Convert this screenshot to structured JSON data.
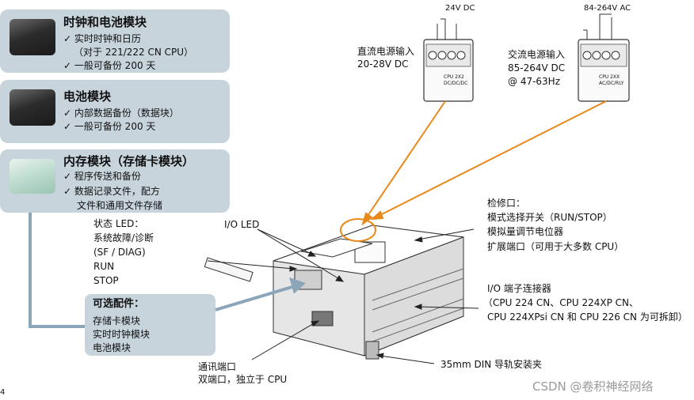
{
  "modules": [
    {
      "title": "时钟和电池模块",
      "lines": [
        "✓  实时时钟和日历",
        "（对于 221/222 CN CPU）",
        "✓  一般可备份 200 天"
      ]
    },
    {
      "title": "电池模块",
      "lines": [
        "✓  内部数据备份（数据块）",
        "✓  一般可备份 200 天"
      ]
    },
    {
      "title": "内存模块（存储卡模块）",
      "lines": [
        "✓  程序传送和备份",
        "✓  数据记录文件，配方",
        "文件和通用文件存储"
      ]
    }
  ],
  "status_led": {
    "lines": [
      "状态 LED：",
      "系统故障/诊断",
      "(SF / DIAG)",
      "RUN",
      "STOP"
    ]
  },
  "optional": {
    "title": "可选配件：",
    "lines": [
      "存储卡模块",
      "实时时钟模块",
      "电池模块"
    ]
  },
  "io_led": "I/O LED",
  "dc_power": {
    "label_lines": [
      "直流电源输入",
      "20-28V DC"
    ],
    "voltage": "24V DC",
    "terminal_code": "CPU 2X2 DC/DC/DC"
  },
  "ac_power": {
    "label_lines": [
      "交流电源输入",
      "85-264V DC",
      "@ 47-63Hz"
    ],
    "voltage": "84-264V AC",
    "terminal_code": "CPU 2XX AC/DC/RLY"
  },
  "inspection": {
    "lines": [
      "检修口：",
      "模式选择开关（RUN/STOP）",
      "模拟量调节电位器",
      "扩展端口（可用于大多数 CPU）"
    ]
  },
  "io_connector": {
    "lines": [
      "I/O 端子连接器",
      "（CPU 224 CN、CPU 224XP CN、",
      "CPU 224XPsi CN 和 CPU 226 CN 为可拆卸）"
    ]
  },
  "comm_port": {
    "lines": [
      "通讯端口",
      "双端口，独立于 CPU"
    ]
  },
  "din": "35mm DIN 导轨安装夹",
  "page_number": "4",
  "watermark": "CSDN @卷积神经网络",
  "colors": {
    "panel": "#c7d4dc",
    "arrow_orange": "#e8891c",
    "arrow_blue": "#8aa6b8"
  }
}
